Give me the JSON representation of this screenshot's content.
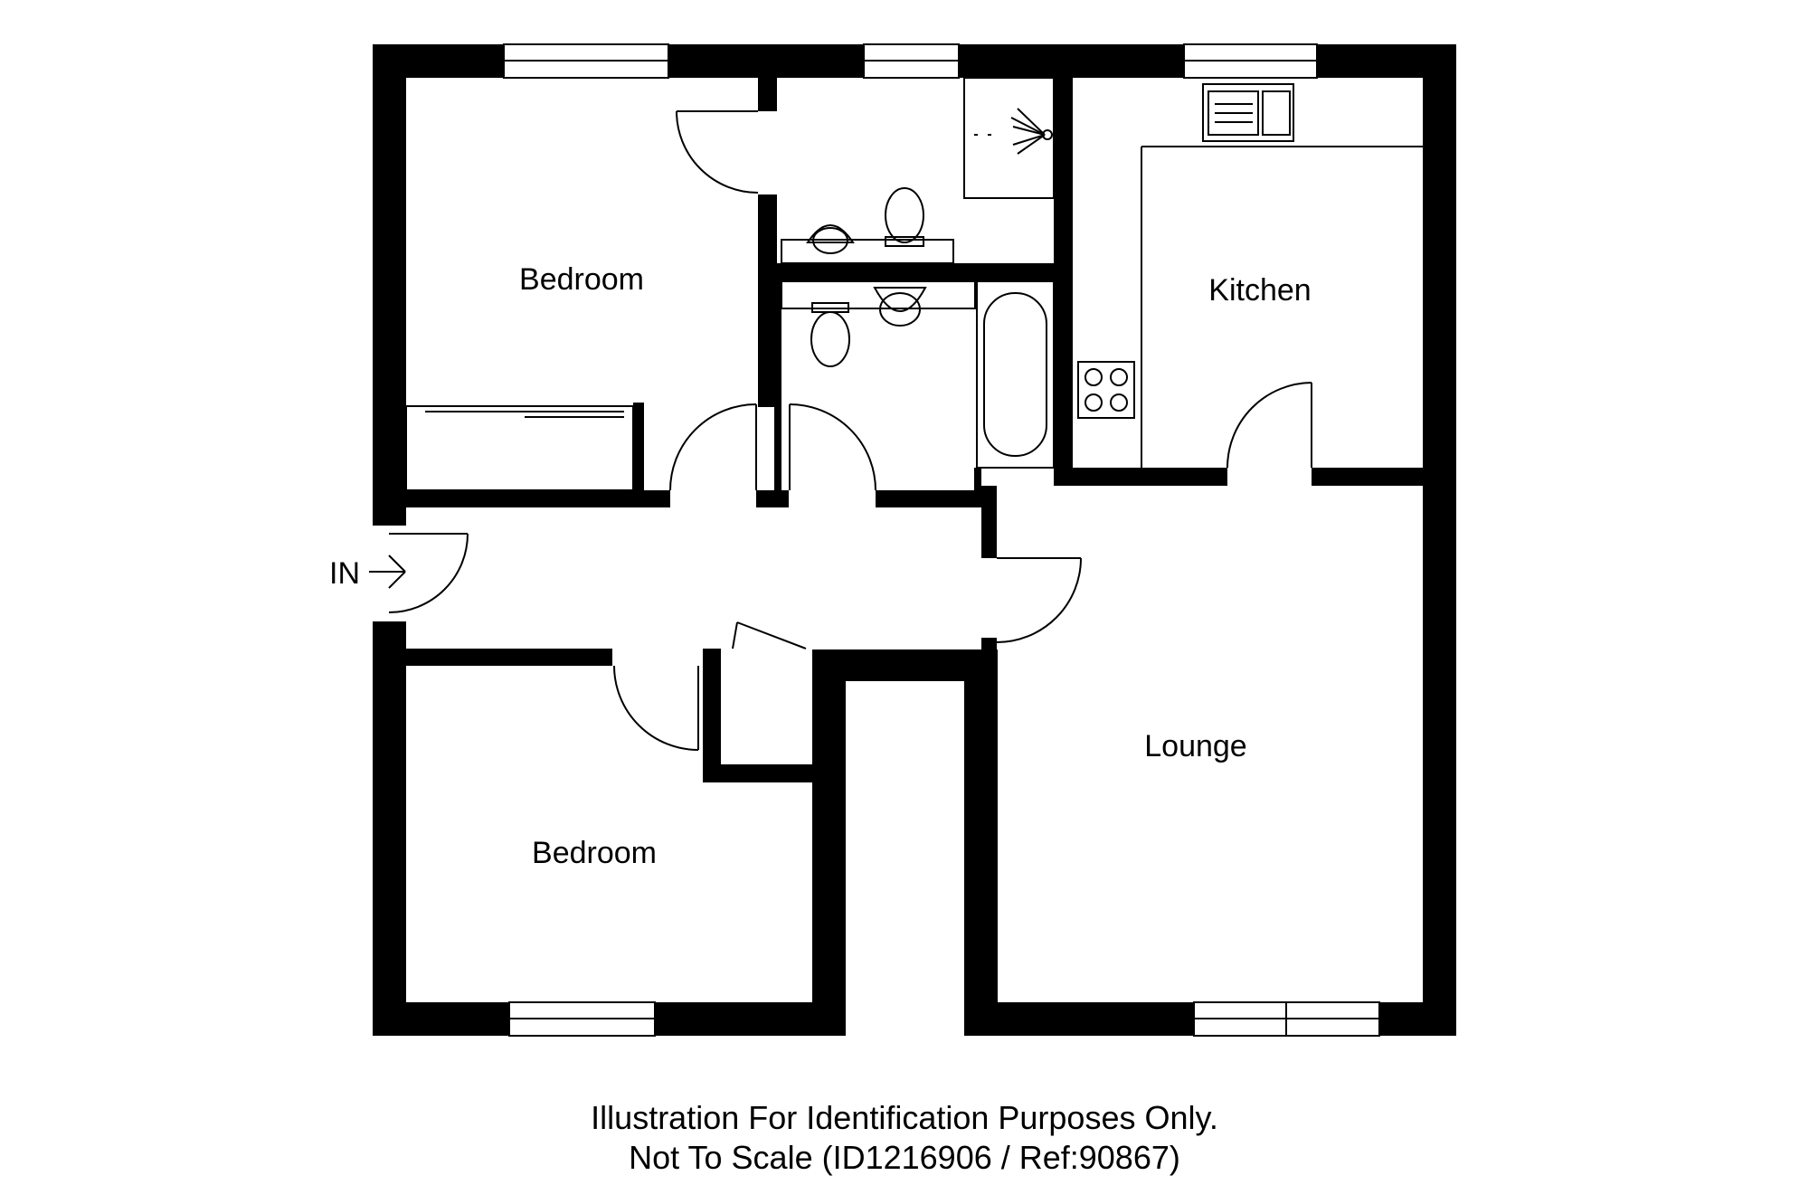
{
  "rooms": {
    "bedroom_top": "Bedroom",
    "bedroom_bottom": "Bedroom",
    "kitchen": "Kitchen",
    "lounge": "Lounge"
  },
  "entrance_label": "IN",
  "footer": {
    "line1": "Illustration For Identification Purposes Only.",
    "line2": "Not To Scale (ID1216906 / Ref:90867)"
  },
  "colors": {
    "wall": "#000000",
    "background": "#ffffff"
  }
}
